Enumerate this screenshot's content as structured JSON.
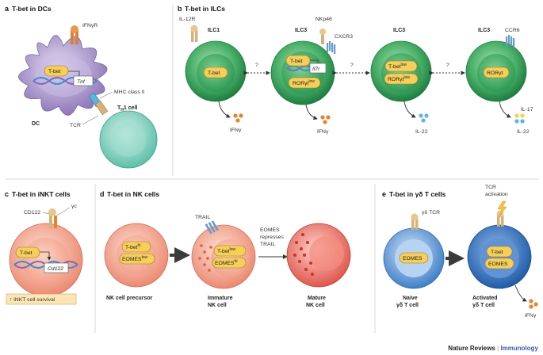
{
  "panels": {
    "a": {
      "letter": "a",
      "title": "T-bet in DCs",
      "ifngr": "IFNγR",
      "tbet": "T-bet",
      "gene": "Tnf",
      "mhc": "MHC class II",
      "tcr": "TCR",
      "dc": "DC",
      "th1": "T",
      "th1_sub": "H",
      "th1_rest": "1 cell"
    },
    "b": {
      "letter": "b",
      "title": "T-bet in ILCs",
      "il12r": "IL-12R",
      "ilc1": "ILC1",
      "ilc3": "ILC3",
      "nkp46": "NKp46",
      "cxcr3": "CXCR3",
      "ccr6": "CCR6",
      "tbet": "T-bet",
      "il7r": "Il7r",
      "roryt": "RORγt",
      "sup_low": "low",
      "q": "?",
      "ifng": "IFNγ",
      "il22": "IL-22",
      "il17": "IL-17"
    },
    "c": {
      "letter": "c",
      "title": "T-bet in iNKT cells",
      "cd122": "CD122",
      "gc": "γc",
      "tbet": "T-bet",
      "gene": "Cd122",
      "survival": "↑ iNKT cell survival"
    },
    "d": {
      "letter": "d",
      "title": "T-bet in NK cells",
      "trail": "TRAIL",
      "tbet": "T-bet",
      "eomes": "EOMES",
      "sup_hi": "hi",
      "sup_low": "low",
      "eomes_line1": "EOMES",
      "eomes_line2": "represses",
      "eomes_line3": "TRAIL",
      "precursor": "NK cell precursor",
      "immature1": "Immature",
      "immature2": "NK cell",
      "mature1": "Mature",
      "mature2": "NK cell"
    },
    "e": {
      "letter": "e",
      "title": "T-bet in γδ T cells",
      "gdtcr": "γδ TCR",
      "tcr_act1": "TCR",
      "tcr_act2": "activation",
      "eomes": "EOMES",
      "tbet": "T-bet",
      "naive1": "Naive",
      "naive2": "γδ T cell",
      "act1": "Activated",
      "act2": "γδ T cell",
      "ifng": "IFNγ"
    }
  },
  "footer": {
    "journal": "Nature Reviews",
    "separator": "|",
    "section": "Immunology"
  },
  "colors": {
    "ilc_green": "#2f9a55",
    "th1_teal": "#7fd0c0",
    "dc_purple": "#a995c9",
    "inkt_salmon": "#f09a84",
    "nk_red": "#e8584f",
    "gd_blue": "#4f8fd4",
    "pill_yellow": "#f6cf5a",
    "cytokine_orange": "#e8832c",
    "cytokine_blue": "#5bb7e0",
    "tcr_tan": "#d6b27a"
  }
}
